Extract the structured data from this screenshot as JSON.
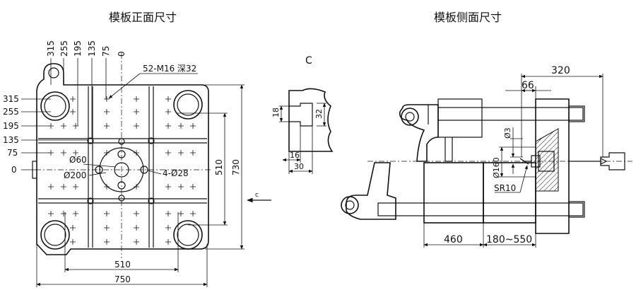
{
  "titles": {
    "front": "模板正面尺寸",
    "side": "模板侧面尺寸"
  },
  "front_view": {
    "left_dims": [
      "315",
      "255",
      "195",
      "135",
      "75",
      "0"
    ],
    "top_dims": [
      "315",
      "255",
      "195",
      "135",
      "75",
      "0"
    ],
    "callout_holes": "52-M16 深32",
    "d60": "Ø60",
    "d200": "Ø200",
    "holes_4": "4-Ø28",
    "dim_510_bottom": "510",
    "dim_750": "750",
    "dim_510_right": "510",
    "dim_730": "730"
  },
  "detail_c": {
    "label": "C",
    "dim_18": "18",
    "dim_32": "32",
    "dim_16": "16",
    "dim_30": "30",
    "arrow_label": "c"
  },
  "side_view": {
    "dim_320": "320",
    "dim_66": "66",
    "dim_d3": "Ø3",
    "dim_d160": "Ø160",
    "dim_sr10": "SR10",
    "dim_460": "460",
    "dim_180_550": "180~550"
  }
}
